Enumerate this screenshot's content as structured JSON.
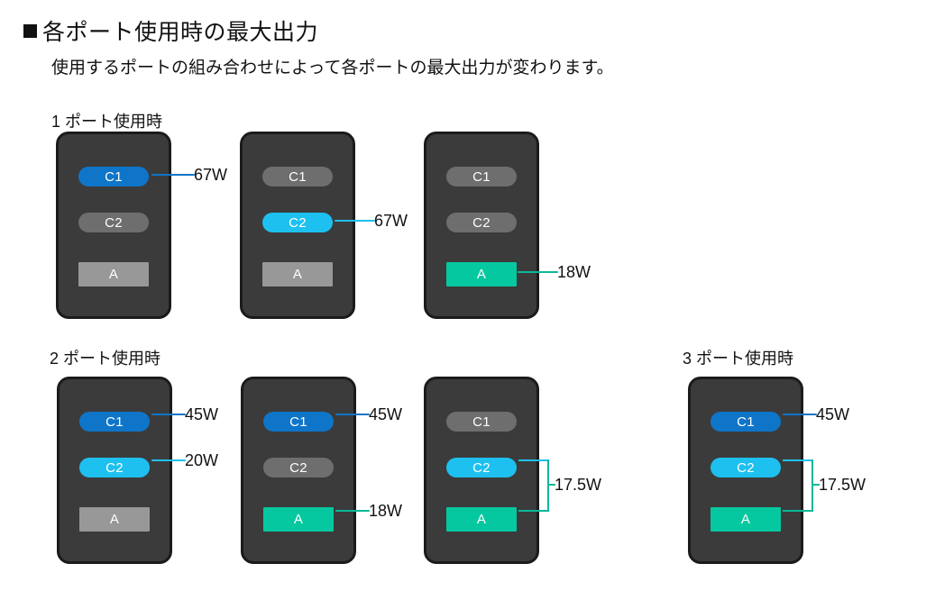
{
  "header": {
    "title": "各ポート使用時の最大出力",
    "bullet": "square-bullet",
    "subtitle": "使用するポートの組み合わせによって各ポートの最大出力が変わります。"
  },
  "colors": {
    "c1_active": "#0f75c9",
    "c2_active": "#1ec0ef",
    "a_active": "#05c8a0",
    "c_inactive": "#6e6e6e",
    "a_inactive": "#989898",
    "device_body": "#3b3b3b",
    "device_border": "#1b1b1b",
    "label_text": "#111111",
    "page_background": "#ffffff"
  },
  "port_names": {
    "c1": "C1",
    "c2": "C2",
    "a": "A"
  },
  "sections": [
    {
      "id": "one-port",
      "label": "1 ポート使用時"
    },
    {
      "id": "two-port",
      "label": "2 ポート使用時"
    },
    {
      "id": "three-port",
      "label": "3 ポート使用時"
    }
  ],
  "devices": [
    {
      "id": "d1",
      "section": "one-port",
      "ports": [
        {
          "name": "C1",
          "state": "active",
          "value": "67W"
        },
        {
          "name": "C2",
          "state": "inactive",
          "value": ""
        },
        {
          "name": "A",
          "state": "inactive",
          "value": ""
        }
      ]
    },
    {
      "id": "d2",
      "section": "one-port",
      "ports": [
        {
          "name": "C1",
          "state": "inactive",
          "value": ""
        },
        {
          "name": "C2",
          "state": "active",
          "value": "67W"
        },
        {
          "name": "A",
          "state": "inactive",
          "value": ""
        }
      ]
    },
    {
      "id": "d3",
      "section": "one-port",
      "ports": [
        {
          "name": "C1",
          "state": "inactive",
          "value": ""
        },
        {
          "name": "C2",
          "state": "inactive",
          "value": ""
        },
        {
          "name": "A",
          "state": "active",
          "value": "18W"
        }
      ]
    },
    {
      "id": "d4",
      "section": "two-port",
      "ports": [
        {
          "name": "C1",
          "state": "active",
          "value": "45W"
        },
        {
          "name": "C2",
          "state": "active",
          "value": "20W"
        },
        {
          "name": "A",
          "state": "inactive",
          "value": ""
        }
      ]
    },
    {
      "id": "d5",
      "section": "two-port",
      "ports": [
        {
          "name": "C1",
          "state": "active",
          "value": "45W"
        },
        {
          "name": "C2",
          "state": "inactive",
          "value": ""
        },
        {
          "name": "A",
          "state": "active",
          "value": "18W"
        }
      ]
    },
    {
      "id": "d6",
      "section": "two-port",
      "ports": [
        {
          "name": "C1",
          "state": "inactive",
          "value": ""
        },
        {
          "name": "C2",
          "state": "active",
          "value": ""
        },
        {
          "name": "A",
          "state": "active",
          "value": ""
        }
      ],
      "shared": {
        "ports": [
          "C2",
          "A"
        ],
        "value": "17.5W"
      }
    },
    {
      "id": "d7",
      "section": "three-port",
      "ports": [
        {
          "name": "C1",
          "state": "active",
          "value": "45W"
        },
        {
          "name": "C2",
          "state": "active",
          "value": ""
        },
        {
          "name": "A",
          "state": "active",
          "value": ""
        }
      ],
      "shared": {
        "ports": [
          "C2",
          "A"
        ],
        "value": "17.5W"
      }
    }
  ]
}
